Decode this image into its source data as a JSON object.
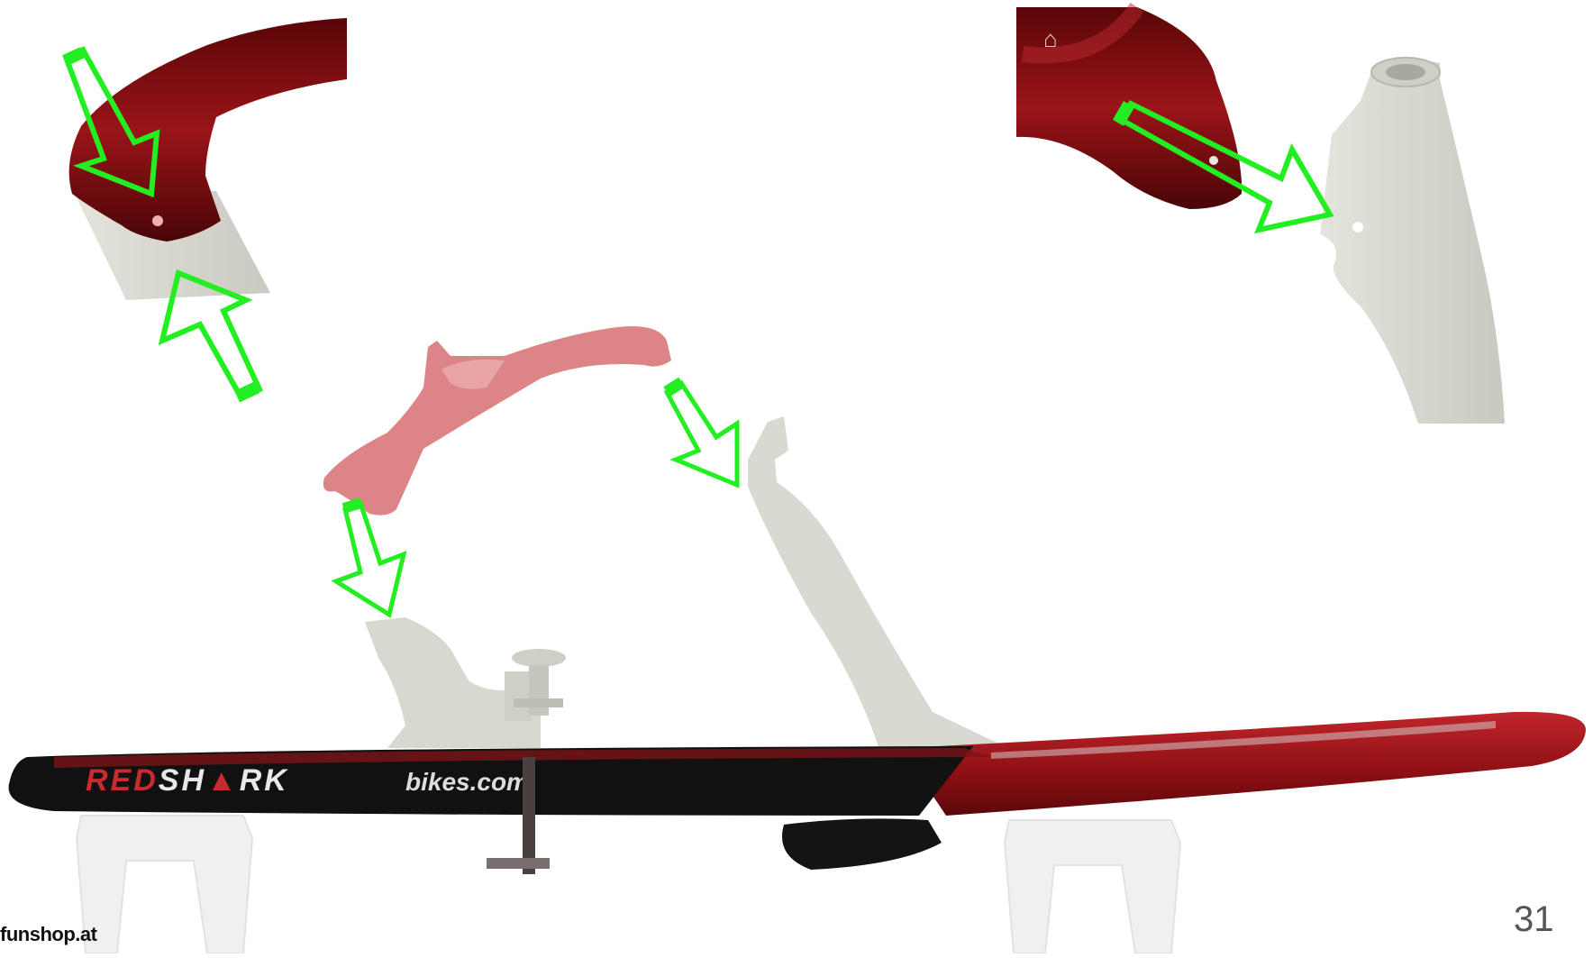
{
  "slide": {
    "page_number": "31",
    "logo_text": "funshop.at",
    "board_brand": {
      "part1": "RED",
      "part2": "SH",
      "part3": "RK",
      "suffix": "bikes.com"
    },
    "colors": {
      "arrow": "#22ee22",
      "frame_red": "#8a0f12",
      "frame_red_faded": "#d9777a",
      "part_grey": "#d6d6cf",
      "board_black": "#111111",
      "board_red": "#a8141a"
    }
  }
}
